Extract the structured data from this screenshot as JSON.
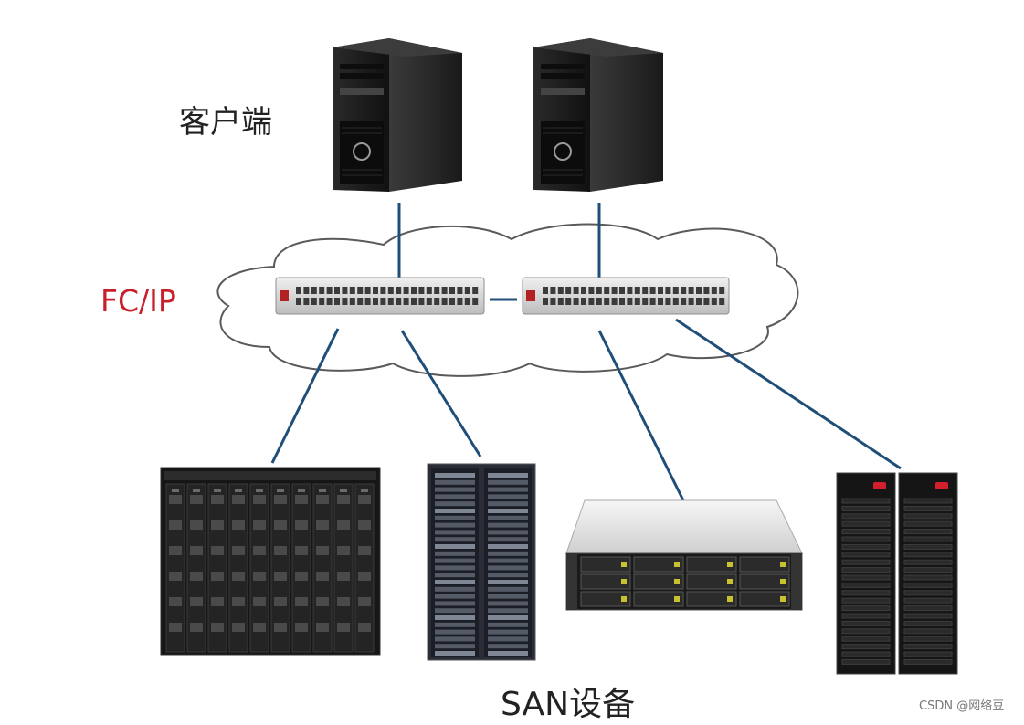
{
  "labels": {
    "client": "客户端",
    "network": "FC/IP",
    "storage": "SAN设备",
    "watermark": "CSDN @网络豆"
  },
  "colors": {
    "link": "#1f4e79",
    "network_label": "#c8202a",
    "cloud_stroke": "#5a5a5a",
    "server_body": "#1b1b1b",
    "switch_body": "#d9d9d9"
  },
  "nodes": {
    "clients": [
      "tower-server-1",
      "tower-server-2"
    ],
    "switches": [
      "fc-switch-1",
      "fc-switch-2"
    ],
    "storage": [
      "blade-chassis",
      "storage-rack",
      "disk-array",
      "storage-cabinet"
    ]
  }
}
